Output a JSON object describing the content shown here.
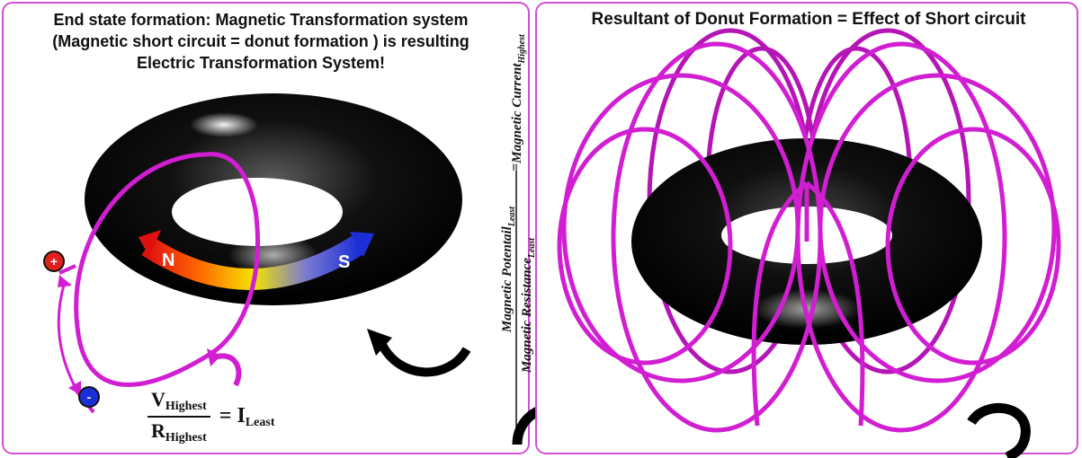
{
  "left_panel": {
    "title_lines": [
      "End state formation: Magnetic Transformation system",
      "(Magnetic short circuit = donut formation )  is resulting",
      "Electric  Transformation System!"
    ],
    "pole_north": "N",
    "pole_south": "S",
    "terminal_positive": "+",
    "terminal_negative": "-",
    "equation": {
      "numerator_symbol": "V",
      "numerator_sub": "Highest",
      "denominator_symbol": "R",
      "denominator_sub": "Highest",
      "equals": "=",
      "result_symbol": "I",
      "result_sub": "Least"
    }
  },
  "vertical_equation": {
    "numerator": "Magnetic Potentail",
    "numerator_sub": "Least",
    "denominator": "Magnetic Resistance",
    "denominator_sub": "Least",
    "equals": "=",
    "result": "Magnetic Current",
    "result_sub": "Highest"
  },
  "right_panel": {
    "title": "Resultant of Donut Formation = Effect of  Short circuit"
  },
  "colors": {
    "border": "#d24fd2",
    "coil": "#d21ed2",
    "torus": "#000000",
    "positive": "#e0201c",
    "negative": "#1c2fd6"
  }
}
